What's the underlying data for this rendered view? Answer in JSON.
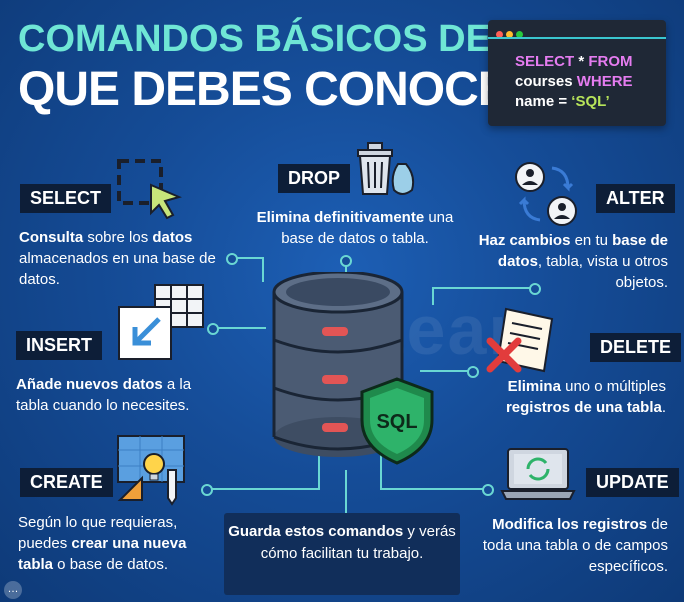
{
  "title_line1": "COMANDOS BÁSICOS DE SQL",
  "title_line2": "QUE DEBES CONOCER",
  "code": {
    "kw1": "SELECT",
    "t1": " * ",
    "kw2": "FROM",
    "t2": "courses ",
    "kw3": "WHERE",
    "t3": "name = ",
    "str": "‘SQL’"
  },
  "commands": {
    "select": {
      "label": "SELECT",
      "b1": "Consulta",
      "t1": " sobre los ",
      "b2": "datos",
      "t2": " almacenados en una base de datos."
    },
    "drop": {
      "label": "DROP",
      "b1": "Elimina definitivamente",
      "t1": " una base de datos o tabla."
    },
    "alter": {
      "label": "ALTER",
      "b1": "Haz cambios",
      "t1": " en tu ",
      "b2": "base de datos",
      "t2": ", tabla, vista u otros objetos."
    },
    "insert": {
      "label": "INSERT",
      "b1": "Añade nuevos datos",
      "t1": " a la tabla cuando lo necesites."
    },
    "delete": {
      "label": "DELETE",
      "b1": "Elimina",
      "t1": " uno o múltiples ",
      "b2": "registros de una tabla",
      "t2": "."
    },
    "create": {
      "label": "CREATE",
      "t1": "Según lo que requieras, puedes ",
      "b1": "crear una nueva tabla",
      "t2": " o base de datos."
    },
    "update": {
      "label": "UPDATE",
      "b1": "Modifica los registros",
      "t1": " de toda una tabla o de campos específicos."
    }
  },
  "footer": {
    "b1": "Guarda estos comandos",
    "t1": " y verás cómo facilitan tu trabajo."
  },
  "shield_text": "SQL",
  "watermark": "EDteam",
  "more_label": "…",
  "colors": {
    "accent": "#6fe6d5",
    "keyword": "#e57cf0",
    "string": "#b7e45a",
    "badge_bg": "#0d1e38"
  }
}
